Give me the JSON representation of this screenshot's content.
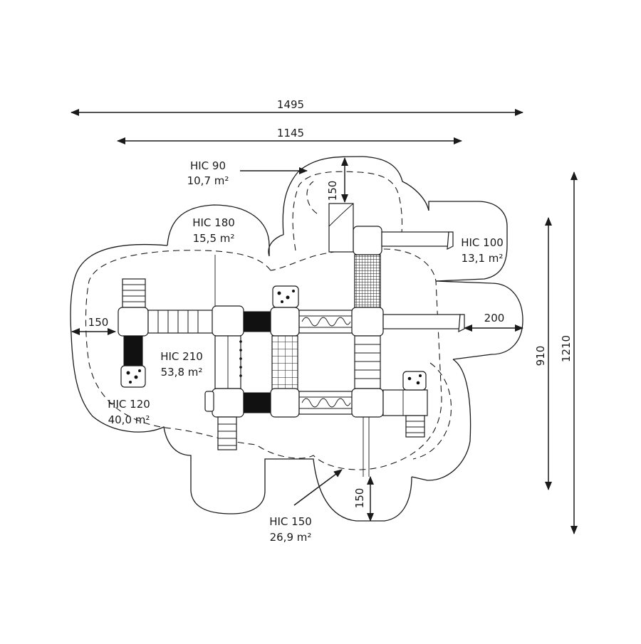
{
  "dimensions": {
    "overall_width": "1495",
    "structure_width": "1145",
    "overall_depth": "1210",
    "structure_depth": "910",
    "left_clearance": "150",
    "top_clearance": "150",
    "bottom_clearance": "150",
    "right_clearance": "200"
  },
  "zones": [
    {
      "label": "HIC 90",
      "area": "10,7 m²"
    },
    {
      "label": "HIC 180",
      "area": "15,5 m²"
    },
    {
      "label": "HIC 100",
      "area": "13,1 m²"
    },
    {
      "label": "HIC 210",
      "area": "53,8 m²"
    },
    {
      "label": "HIC 120",
      "area": "40,0 m²"
    },
    {
      "label": "HIC 150",
      "area": "26,9 m²"
    }
  ]
}
